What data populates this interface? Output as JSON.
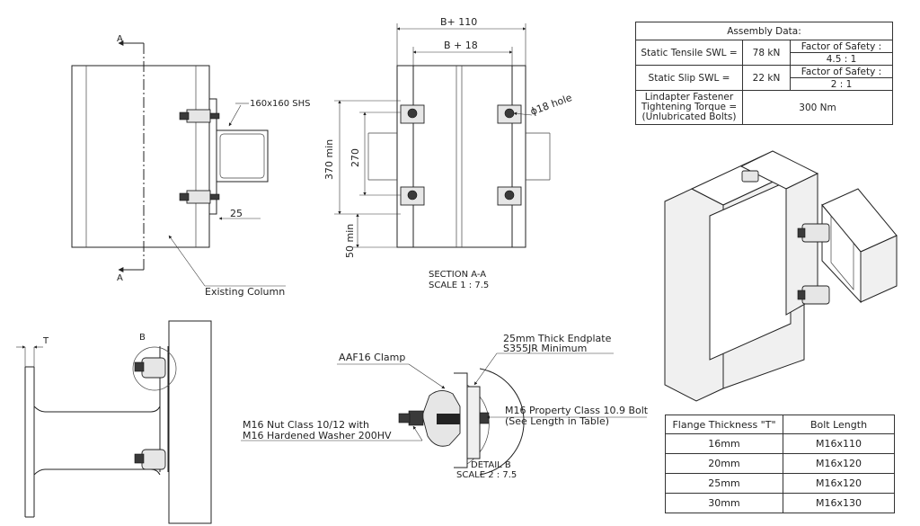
{
  "section_markers": {
    "top": "A",
    "bottom": "A"
  },
  "left_view": {
    "shs_label": "160x160 SHS",
    "dim_25": "25",
    "column_label": "Existing Column"
  },
  "section_view": {
    "dim_b110": "B+ 110",
    "dim_b18": "B + 18",
    "dim_370": "370 min",
    "dim_270": "270",
    "dim_50": "50 min",
    "hole_label": "ϕ18 hole",
    "caption_line1": "SECTION A-A",
    "caption_line2": "SCALE 1 : 7.5"
  },
  "bottom_left": {
    "t_label": "T",
    "detail_marker": "B"
  },
  "detail_b": {
    "clamp_label": "AAF16 Clamp",
    "endplate_line1": "25mm Thick Endplate",
    "endplate_line2": "S355JR Minimum",
    "nut_line1": "M16 Nut Class 10/12 with",
    "nut_line2": "M16 Hardened Washer 200HV",
    "bolt_line1": "M16 Property Class 10.9 Bolt",
    "bolt_line2": "(See Length in Table)",
    "caption_line1": "DETAIL B",
    "caption_line2": "SCALE 2 : 7.5"
  },
  "assembly_table": {
    "title": "Assembly Data:",
    "tensile_label": "Static Tensile SWL =",
    "tensile_value": "78 kN",
    "fos_label": "Factor of Safety :",
    "tensile_fos": "4.5 : 1",
    "slip_label": "Static Slip SWL =",
    "slip_value": "22 kN",
    "slip_fos": "2 : 1",
    "torque_line1": "Lindapter Fastener",
    "torque_line2": "Tightening Torque =",
    "torque_line3": "(Unlubricated Bolts)",
    "torque_value": "300 Nm"
  },
  "bolt_table": {
    "headers": [
      "Flange Thickness \"T\"",
      "Bolt Length"
    ],
    "rows": [
      [
        "16mm",
        "M16x110"
      ],
      [
        "20mm",
        "M16x120"
      ],
      [
        "25mm",
        "M16x120"
      ],
      [
        "30mm",
        "M16x130"
      ]
    ]
  }
}
